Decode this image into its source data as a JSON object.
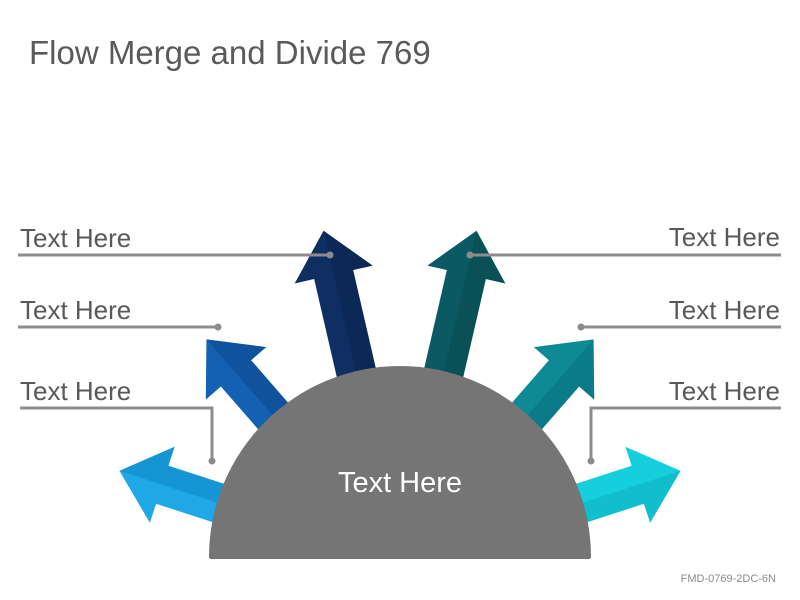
{
  "title": "Flow Merge and Divide 769",
  "center_label": "Text Here",
  "left_labels": [
    "Text Here",
    "Text Here",
    "Text Here"
  ],
  "right_labels": [
    "Text Here",
    "Text Here",
    "Text Here"
  ],
  "footer_code": "FMD-0769-2DC-6N",
  "colors": {
    "hub": "#757575",
    "connector": "#8c8c8c",
    "arrow_left_low": "#1fa8e6",
    "arrow_left_mid": "#1461b3",
    "arrow_left_top": "#0f2f63",
    "arrow_right_top": "#0b5a63",
    "arrow_right_mid": "#0e8a97",
    "arrow_right_low": "#16cfdc"
  }
}
